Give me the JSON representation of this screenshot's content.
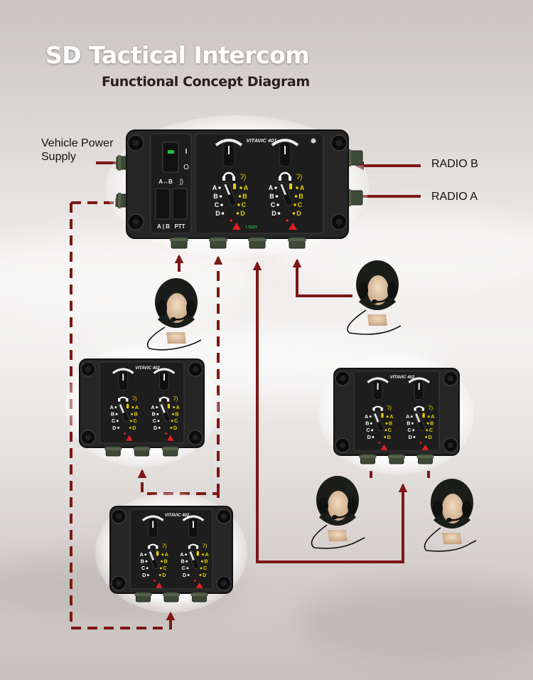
{
  "title": "SD Tactical Intercom",
  "subtitle": "Functional Concept Diagram",
  "labels": {
    "power": "Vehicle Power Supply",
    "radio_b": "RADIO B",
    "radio_a": "RADIO A"
  },
  "main_unit": {
    "model": "VITAVIC 401",
    "power_on": "I",
    "power_off": "O",
    "ab_switch": "A↔B",
    "ab_label": "A | B",
    "ptt_label": "PTT",
    "test_label": "I-TEST",
    "channel_letters": [
      "A",
      "B",
      "C",
      "D"
    ]
  },
  "sub_units": [
    {
      "model": "VITAVIC 402"
    },
    {
      "model": "VITAVIC 402"
    },
    {
      "model": "VITAVIC 402"
    }
  ],
  "colors": {
    "connection": "#7d1717",
    "device": "#262626",
    "connector": "#3d4a36",
    "yellow_indicator": "#e8d000",
    "led": "#22c040"
  }
}
